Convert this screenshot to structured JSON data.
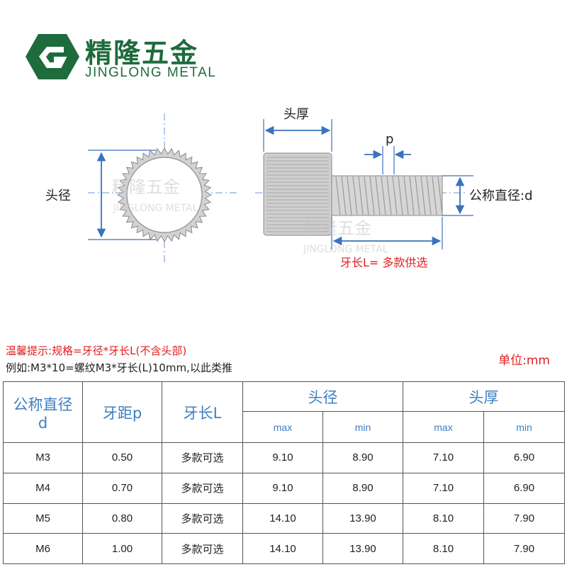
{
  "brand": {
    "name_cn": "精隆五金",
    "name_en": "JINGLONG METAL",
    "logo_icon": "hexagon-g-logo",
    "color": "#1e6b3c"
  },
  "drawing": {
    "head_diameter_label": "头径",
    "head_thickness_label": "头厚",
    "pitch_label": "p",
    "nominal_diameter_label": "公称直径:d",
    "thread_length_label": "牙长L= 多款供选",
    "watermark_cn": "精隆五金",
    "watermark_en": "JINGLONG METAL"
  },
  "notes": {
    "tip": "温馨提示:规格=牙径*牙长L(不含头部)",
    "example": "例如:M3*10=螺纹M3*牙长(L)10mm,以此类推",
    "unit": "单位:mm"
  },
  "table": {
    "headers": {
      "nominal": "公称直径",
      "nominal_symbol": "d",
      "pitch": "牙距p",
      "length": "牙长L",
      "head_diameter": "头径",
      "head_thickness": "头厚",
      "max": "max",
      "min": "min"
    },
    "rows": [
      {
        "d": "M3",
        "p": "0.50",
        "L": "多款可选",
        "hd_max": "9.10",
        "hd_min": "8.90",
        "ht_max": "7.10",
        "ht_min": "6.90"
      },
      {
        "d": "M4",
        "p": "0.70",
        "L": "多款可选",
        "hd_max": "9.10",
        "hd_min": "8.90",
        "ht_max": "7.10",
        "ht_min": "6.90"
      },
      {
        "d": "M5",
        "p": "0.80",
        "L": "多款可选",
        "hd_max": "14.10",
        "hd_min": "13.90",
        "ht_max": "8.10",
        "ht_min": "7.90"
      },
      {
        "d": "M6",
        "p": "1.00",
        "L": "多款可选",
        "hd_max": "14.10",
        "hd_min": "13.90",
        "ht_max": "8.10",
        "ht_min": "7.90"
      }
    ]
  },
  "colors": {
    "header_blue": "#3c7fc2",
    "note_red": "#e02020",
    "dimension_blue": "#3a72c0"
  }
}
